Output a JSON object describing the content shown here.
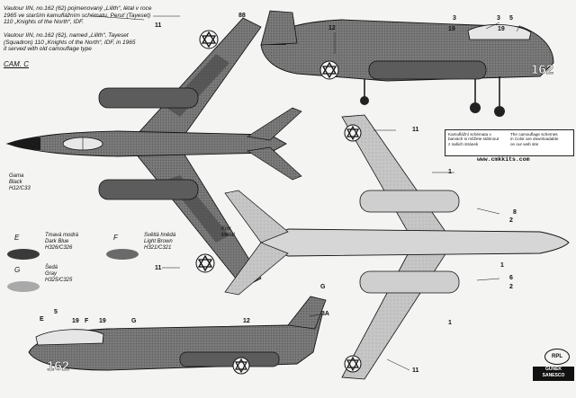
{
  "description": {
    "line1": [
      "Vautour IIN, no.162 (62) pojmenovaný „Lilith“, létal v roce",
      "1965 ve starším kamuflážním schématu. Peruť (Tayeset)",
      "110 „Knights of the North“, IDF."
    ],
    "line2": [
      "Vautour IIN, no.162 (62), named „Lilith“, Tayeset",
      "(Squadron) 110 „Knights of the North“, IDF, in 1965",
      "it served with old camouflage type"
    ]
  },
  "cam_label": "CAM. C",
  "callouts": {
    "c88": "88",
    "c12a": "12",
    "c3": "3",
    "c19a": "19",
    "c3b": "3",
    "c5": "5",
    "c11a": "11",
    "c11b": "11",
    "c1a": "1",
    "c2": "2",
    "c1b": "1",
    "c6": "6",
    "c8a": "8",
    "c1c": "1",
    "c11c": "11",
    "cG": "G",
    "cE": "E",
    "c5b": "5",
    "c19b": "19",
    "cF": "F",
    "c19c": "19",
    "cGb": "G",
    "c12b": "12",
    "c8A": "8A",
    "c11d": "11"
  },
  "tags": {
    "gama": [
      "Gama",
      "Black",
      "H12/C33"
    ],
    "kov": [
      "Kov",
      "Metal"
    ]
  },
  "swatches": [
    {
      "letter": "E",
      "label": "Tmavá modrá\nDark Blue\nH326/C326",
      "color": "#3a3a3a"
    },
    {
      "letter": "F",
      "label": "Světlá hnědá\nLight Brown\nH321/C321",
      "color": "#6a6a6a"
    },
    {
      "letter": "G",
      "label": "Šedá\nGray\nH325/C325",
      "color": "#a9a9a9"
    }
  ],
  "stamp": {
    "left": "Kamuflážní schémata v\nbarvách si můžete stáhnout\nz našich stránek",
    "right": "The camouflage schemes\nin Color are downloadable\non our web site"
  },
  "website": "www.cmkkits.com",
  "tail_number": "162",
  "logos": {
    "rpl": "RPL",
    "sanesco": "GUNEK\nSANESCO"
  }
}
